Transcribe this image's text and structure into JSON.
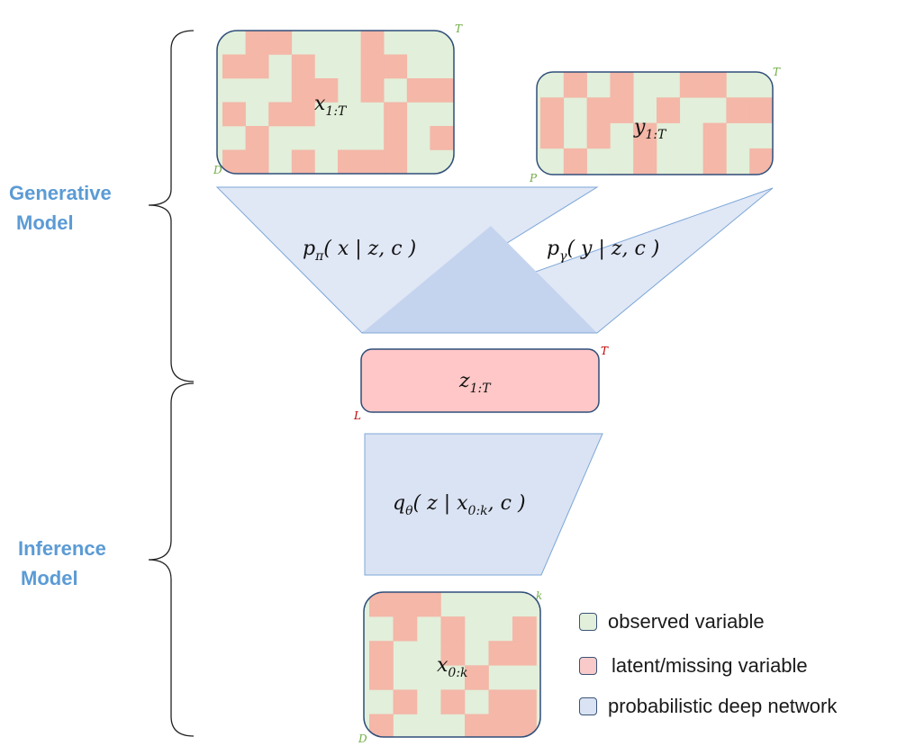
{
  "sections": {
    "generative": [
      "Generative",
      "Model"
    ],
    "inference": [
      "Inference",
      "Model"
    ]
  },
  "nodes": {
    "x_obs": {
      "label": "x",
      "sub": "1:T",
      "dim_top": "T",
      "dim_bottom": "D"
    },
    "y_obs": {
      "label": "y",
      "sub": "1:T",
      "dim_top": "T",
      "dim_bottom": "P"
    },
    "z_latent": {
      "label": "z",
      "sub": "1:T",
      "dim_top": "T",
      "dim_bottom": "L"
    },
    "x_ctx": {
      "label": "x",
      "sub": "0:k",
      "dim_top": "k",
      "dim_bottom": "D"
    }
  },
  "networks": {
    "p_pi": {
      "func": "p",
      "sub": "π",
      "args": "( x | z, c )"
    },
    "p_gamma": {
      "func": "p",
      "sub": "γ",
      "args": "( y | z, c )"
    },
    "q_theta": {
      "func": "q",
      "sub": "θ",
      "args": "( z | ",
      "arg_var": "x",
      "arg_sub": "0:k",
      "args_end": ", c )"
    }
  },
  "legend": [
    {
      "label": "observed variable",
      "color": "#e2efda"
    },
    {
      "label": "latent/missing variable",
      "color": "#f8cbca"
    },
    {
      "label": "probabilistic deep network",
      "color": "#dae3f3"
    }
  ],
  "colors": {
    "observed_fill": "#e2efda",
    "observed_cell": "#f4b7a8",
    "latent_fill": "#ffc7c7",
    "network_fill": "#dae3f3",
    "network_stroke": "#7da7d8",
    "box_stroke": "#2f4f7a",
    "section_text": "#5b9bd5"
  }
}
